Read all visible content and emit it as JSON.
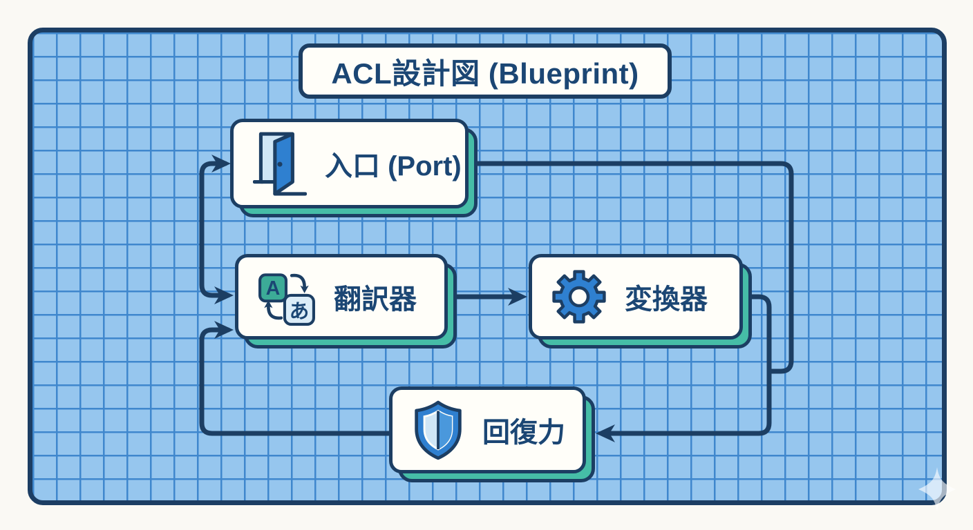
{
  "diagram": {
    "title": "ACL設計図 (Blueprint)",
    "nodes": [
      {
        "id": "port",
        "label": "入口 (Port)",
        "icon": "door-icon"
      },
      {
        "id": "translator",
        "label": "翻訳器",
        "icon": "translate-icon"
      },
      {
        "id": "converter",
        "label": "変換器",
        "icon": "gear-icon"
      },
      {
        "id": "resilience",
        "label": "回復力",
        "icon": "shield-icon"
      }
    ],
    "edges": [
      {
        "from": "input-rail",
        "to": "port"
      },
      {
        "from": "input-rail",
        "to": "translator"
      },
      {
        "from": "translator",
        "to": "converter"
      },
      {
        "from": "port",
        "to": "resilience"
      },
      {
        "from": "converter",
        "to": "resilience"
      },
      {
        "from": "resilience",
        "to": "translator"
      }
    ],
    "icon_glyphs": {
      "translate_top": "A",
      "translate_bottom": "あ"
    },
    "colors": {
      "page_background": "#faf9f4",
      "grid_fill": "#96c6ee",
      "grid_line": "#3f87cd",
      "outline_navy": "#1c3e63",
      "text_navy": "#1b4674",
      "accent_teal": "#46bda7",
      "icon_blue": "#2f80d0",
      "icon_pale_blue": "#cfe6f6",
      "box_fill": "#fffef9"
    }
  }
}
